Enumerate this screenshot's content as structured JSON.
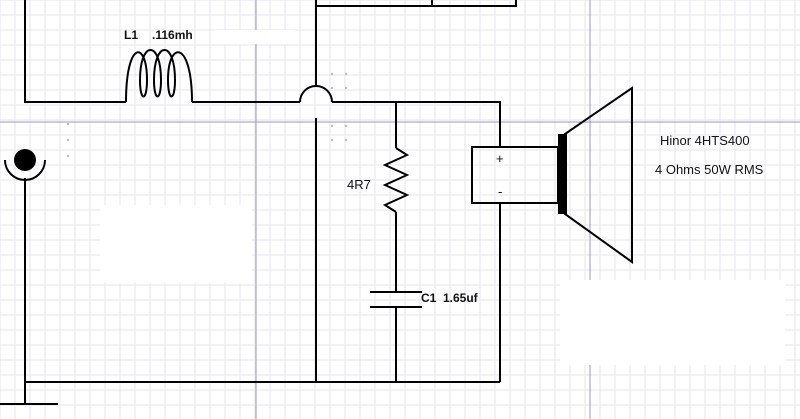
{
  "inductor": {
    "name": "L1",
    "value": ".116mh"
  },
  "resistor": {
    "value": "4R7"
  },
  "capacitor": {
    "name": "C1",
    "value": "1.65uf"
  },
  "speaker": {
    "model": "Hinor 4HTS400",
    "spec": "4 Ohms 50W RMS",
    "plus": "+",
    "minus": "-"
  },
  "colors": {
    "wire": "#000000",
    "grid_minor": "#e6e6ee",
    "grid_major": "#9a9ab8",
    "background": "#ffffff"
  }
}
